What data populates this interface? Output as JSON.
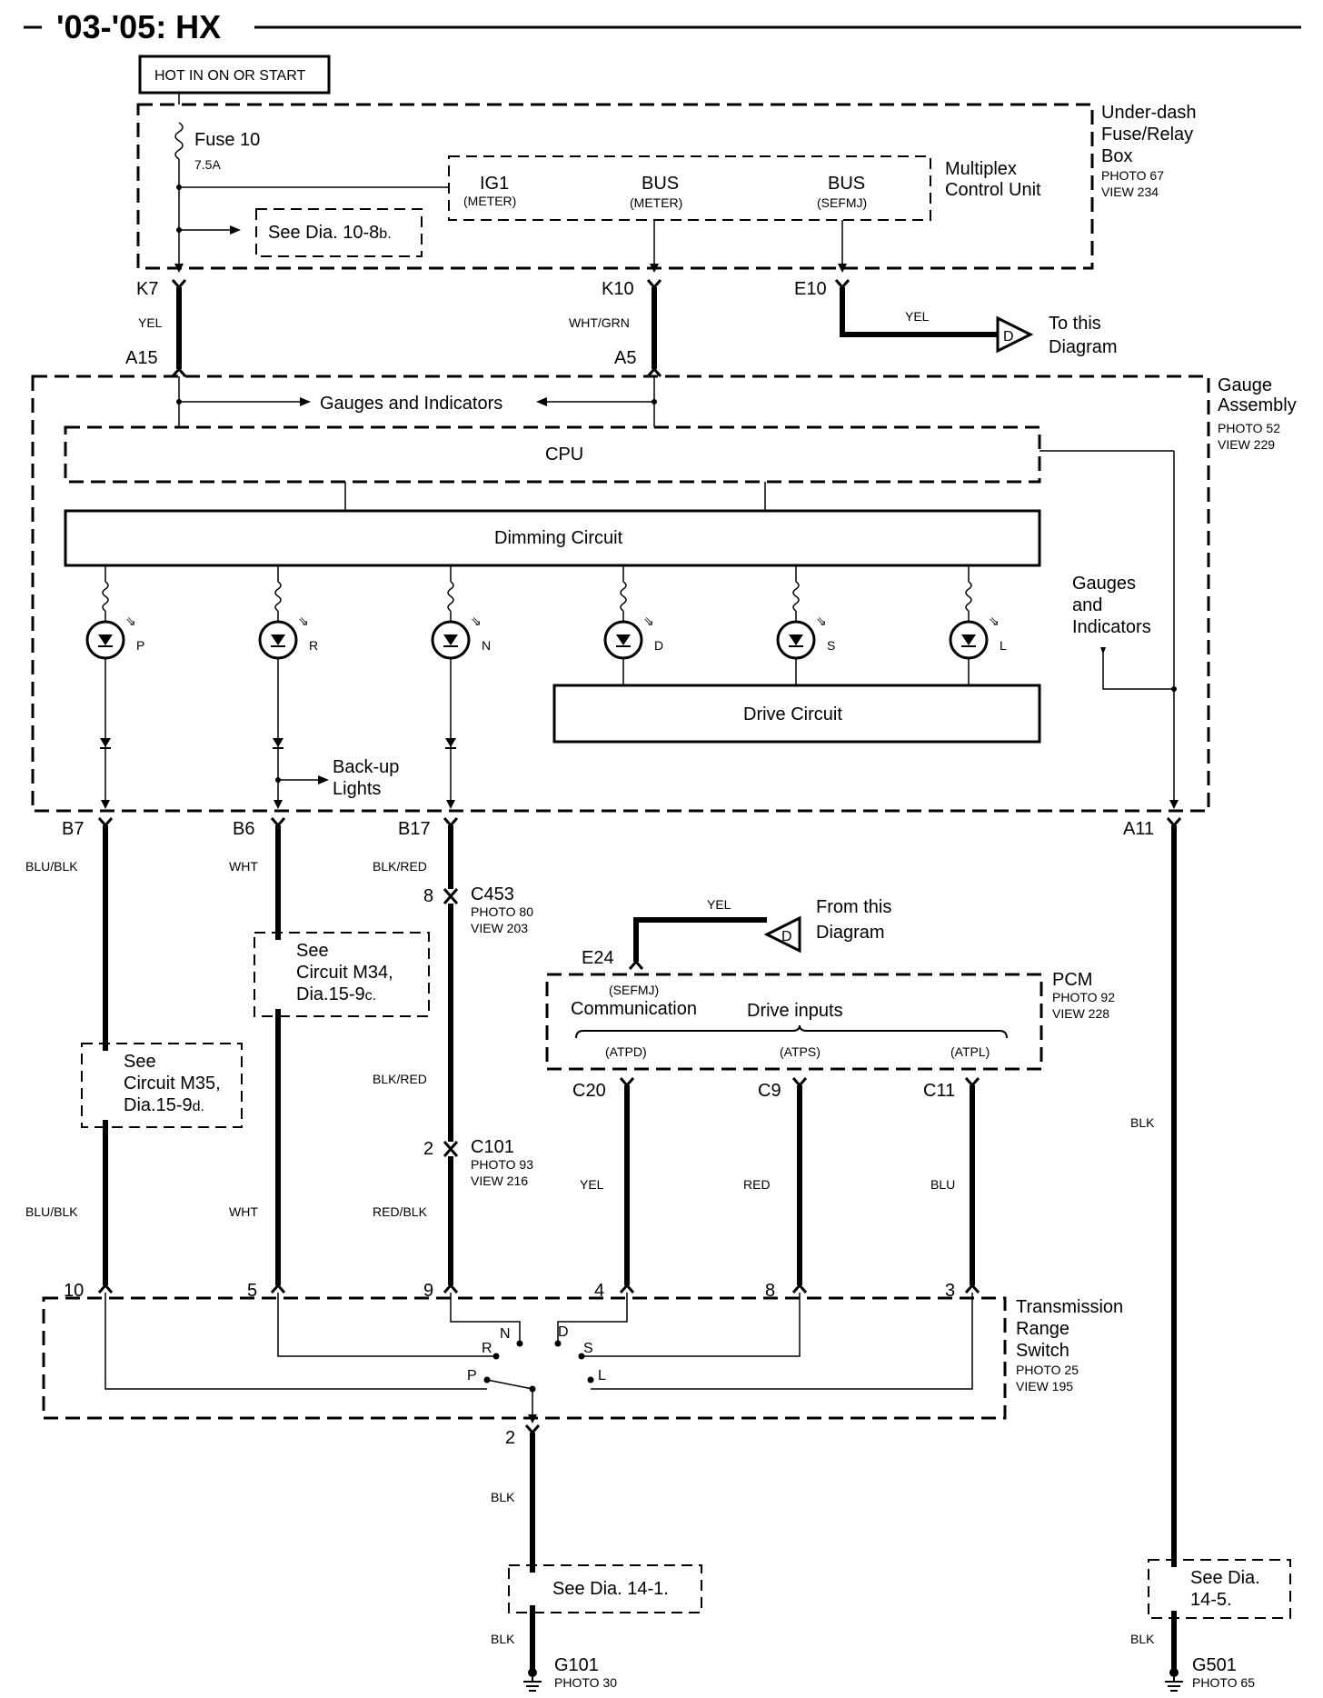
{
  "header": {
    "title": "'03-'05: HX"
  },
  "power": {
    "hot_label": "HOT IN ON OR START"
  },
  "underdash": {
    "name_line1": "Under-dash",
    "name_line2": "Fuse/Relay",
    "name_line3": "Box",
    "photo": "PHOTO 67",
    "view": "VIEW 234",
    "fuse_label": "Fuse 10",
    "fuse_rating": "7.5A",
    "see_ref_prefix": "See Dia. 10-8",
    "see_ref_suffix": "b."
  },
  "mcu": {
    "name_line1": "Multiplex",
    "name_line2": "Control Unit",
    "pin1_name": "IG1",
    "pin1_sub": "(METER)",
    "pin2_name": "BUS",
    "pin2_sub": "(METER)",
    "pin3_name": "BUS",
    "pin3_sub": "(SEFMJ)"
  },
  "connectors": {
    "k7": "K7",
    "k10": "K10",
    "e10": "E10",
    "a15": "A15",
    "a5": "A5",
    "b7": "B7",
    "b6": "B6",
    "b17": "B17",
    "a11": "A11",
    "e24": "E24",
    "c20": "C20",
    "c9": "C9",
    "c11": "C11",
    "trs_p10": "10",
    "trs_p5": "5",
    "trs_p9": "9",
    "trs_p4": "4",
    "trs_p8": "8",
    "trs_p3": "3",
    "trs_p2": "2",
    "c453_pin": "8",
    "c101_pin": "2"
  },
  "wires": {
    "yel_k7": "YEL",
    "wht_grn": "WHT/GRN",
    "yel_e10": "YEL",
    "blu_blk_1": "BLU/BLK",
    "wht_1": "WHT",
    "blk_red_1": "BLK/RED",
    "blk_red_2": "BLK/RED",
    "blu_blk_2": "BLU/BLK",
    "wht_2": "WHT",
    "red_blk": "RED/BLK",
    "yel_pcm": "YEL",
    "yel_c20": "YEL",
    "red_c9": "RED",
    "blu_c11": "BLU",
    "blk_a11": "BLK",
    "blk_g101_1": "BLK",
    "blk_g101_2": "BLK",
    "blk_g501": "BLK"
  },
  "to_diagram": {
    "letter": "D",
    "line1": "To this",
    "line2": "Diagram"
  },
  "from_diagram": {
    "letter": "D",
    "line1": "From this",
    "line2": "Diagram"
  },
  "gauge": {
    "name_line1": "Gauge",
    "name_line2": "Assembly",
    "photo": "PHOTO 52",
    "view": "VIEW 229",
    "gauges_label": "Gauges and Indicators",
    "cpu": "CPU",
    "dimming": "Dimming Circuit",
    "drive": "Drive Circuit",
    "side_line1": "Gauges",
    "side_line2": "and",
    "side_line3": "Indicators",
    "backup_line1": "Back-up",
    "backup_line2": "Lights",
    "leds": [
      "P",
      "R",
      "N",
      "D",
      "S",
      "L"
    ]
  },
  "c453": {
    "name": "C453",
    "photo": "PHOTO 80",
    "view": "VIEW 203"
  },
  "c101": {
    "name": "C101",
    "photo": "PHOTO 93",
    "view": "VIEW 216"
  },
  "see_m34": {
    "line1": "See",
    "line2": "Circuit M34,",
    "line3_prefix": "Dia.15-9",
    "line3_suffix": "c."
  },
  "see_m35": {
    "line1": "See",
    "line2": "Circuit M35,",
    "line3_prefix": "Dia.15-9",
    "line3_suffix": "d."
  },
  "pcm": {
    "name": "PCM",
    "photo": "PHOTO 92",
    "view": "VIEW 228",
    "sefmj": "(SEFMJ)",
    "comm": "Communication",
    "drive_inputs": "Drive inputs",
    "atpd": "(ATPD)",
    "atps": "(ATPS)",
    "atpl": "(ATPL)"
  },
  "trs": {
    "name_line1": "Transmission",
    "name_line2": "Range",
    "name_line3": "Switch",
    "photo": "PHOTO 25",
    "view": "VIEW 195",
    "pos_n": "N",
    "pos_d": "D",
    "pos_r": "R",
    "pos_s": "S",
    "pos_p": "P",
    "pos_l": "L"
  },
  "see_14_1": "See Dia. 14-1.",
  "see_14_5": {
    "line1": "See Dia.",
    "line2": "14-5."
  },
  "g101": {
    "name": "G101",
    "photo": "PHOTO 30"
  },
  "g501": {
    "name": "G501",
    "photo": "PHOTO 65"
  }
}
